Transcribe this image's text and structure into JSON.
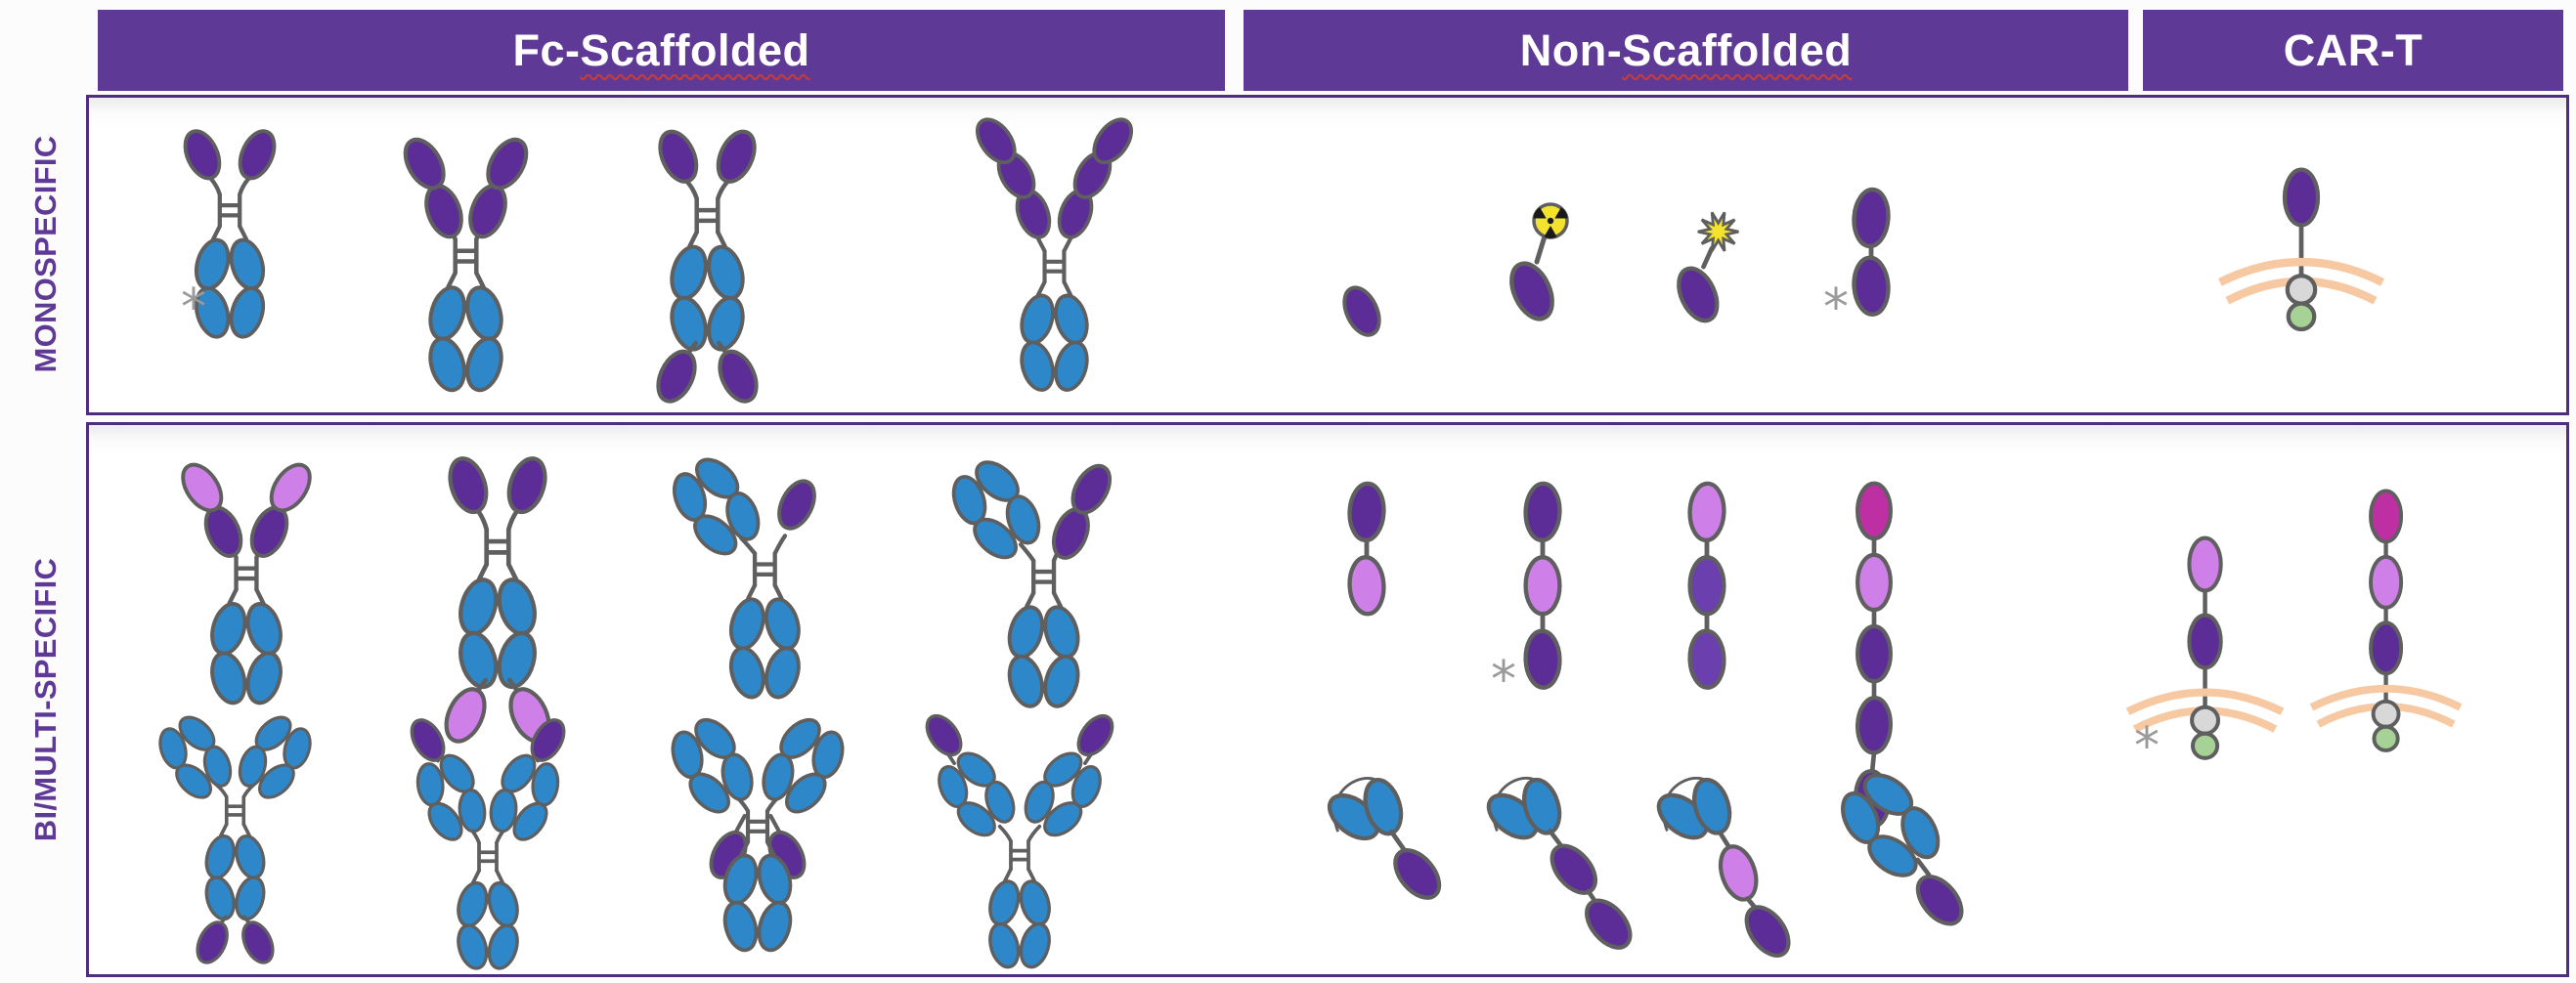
{
  "palette": {
    "purple": "#5e3a96",
    "panel_border": "#4f2d7f",
    "header_text": "#ffffff",
    "underline_red": "#c83c3c",
    "dark_purple": "#5c2d96",
    "mid_purple": "#6b3fae",
    "orchid": "#cf7fe8",
    "magenta": "#bf2fa4",
    "blue": "#2d87c8",
    "outline": "#5f5f5f",
    "membrane": "#f6c9a2",
    "gray_dot": "#d8d8d8",
    "green_dot": "#a6d395",
    "yellow": "#f3e32f",
    "asterisk": "#9a9a9a"
  },
  "header": {
    "columns": [
      {
        "prefix": "Fc-",
        "misspelled": "Scaffolded"
      },
      {
        "prefix": "Non-",
        "misspelled": "Scaffolded"
      },
      {
        "prefix": "CAR-T",
        "misspelled": ""
      }
    ]
  },
  "row_labels": {
    "monospecific": "MONOSPECIFIC",
    "bi_multi": "BI/MULTI-SPECIFIC"
  },
  "footnote_marker": "*"
}
